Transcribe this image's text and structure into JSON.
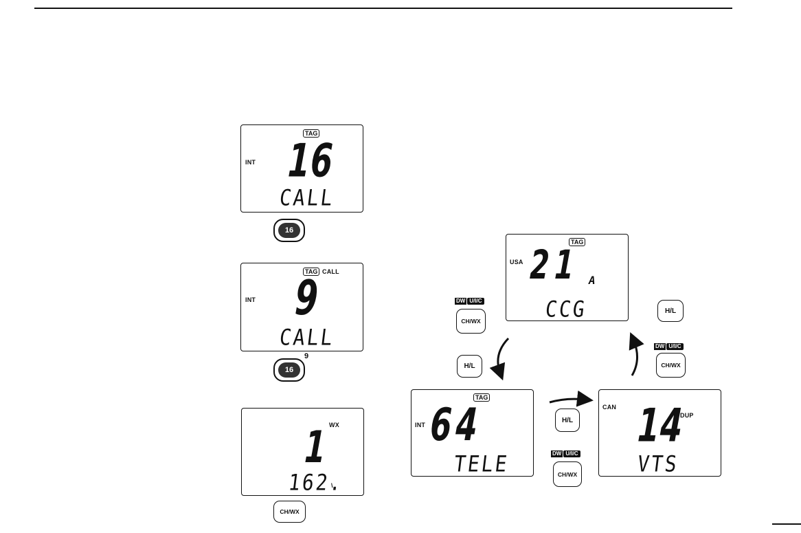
{
  "displays": {
    "d1": {
      "tag": "TAG",
      "region": "INT",
      "channel": "16",
      "name": "CALL"
    },
    "d2": {
      "tag": "TAG",
      "call": "CALL",
      "region": "INT",
      "channel": "9",
      "name": "CALL"
    },
    "d3": {
      "wx": "WX",
      "channel": "1",
      "freq": "162.",
      "freq_tail": "\\"
    },
    "d_usa": {
      "tag": "TAG",
      "region": "USA",
      "channel": "21",
      "suffix": "A",
      "name": "CCG"
    },
    "d_int": {
      "tag": "TAG",
      "region": "INT",
      "channel": "64",
      "name": "TELE"
    },
    "d_can": {
      "region": "CAN",
      "dup": "DUP",
      "channel": "14",
      "name": "VTS"
    }
  },
  "keys": {
    "k16_a": "16",
    "k16_b": "16",
    "k16_b_super": "9",
    "chwx_left": "CH/WX",
    "chwx_top": "CH/WX",
    "hl_topright": "H/L",
    "chwx_right": "CH/WX",
    "hl_left": "H/L",
    "hl_mid": "H/L",
    "chwx_mid": "CH/WX"
  },
  "badges": {
    "dw": "DW",
    "uic": "U/I/C"
  }
}
